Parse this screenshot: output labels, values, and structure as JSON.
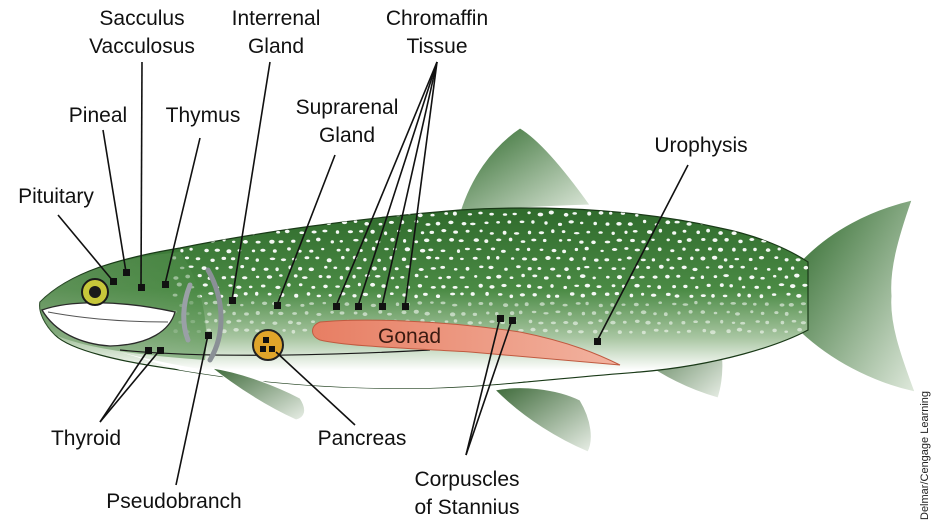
{
  "figure": {
    "credit": "Delmar/Cengage Learning",
    "colors": {
      "body_green": "#3f7a3a",
      "dark_green": "#2f6a2c",
      "belly": "#ffffff",
      "gonad": "#e98c72",
      "eye_ring": "#c7c73a",
      "pancreas": "#e0a52a",
      "gill_gray": "#9aa0a6"
    }
  },
  "labels": {
    "sacculus": [
      "Sacculus",
      "Vacculosus"
    ],
    "interrenal": [
      "Interrenal",
      "Gland"
    ],
    "chromaffin": [
      "Chromaffin",
      "Tissue"
    ],
    "pineal": "Pineal",
    "thymus": "Thymus",
    "suprarenal": [
      "Suprarenal",
      "Gland"
    ],
    "urophysis": "Urophysis",
    "pituitary": "Pituitary",
    "gonad": "Gonad",
    "thyroid": "Thyroid",
    "pancreas": "Pancreas",
    "pseudobranch": "Pseudobranch",
    "stannius": [
      "Corpuscles",
      "of Stannius"
    ]
  }
}
